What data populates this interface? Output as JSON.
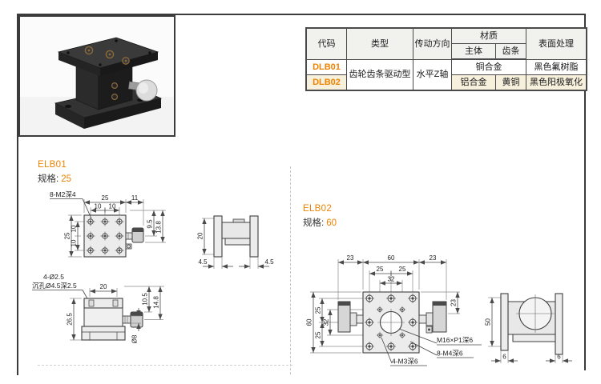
{
  "colors": {
    "accent": "#ef8200",
    "row_cream": "#f6f0dc",
    "header_bg": "#f1f1ee"
  },
  "table": {
    "headers": {
      "code": "代码",
      "type": "类型",
      "direction": "传动方向",
      "material": "材质",
      "body": "主体",
      "rack": "齿条",
      "surface": "表面处理"
    },
    "merged": {
      "type": "齿轮齿条驱动型",
      "direction": "水平Z轴",
      "material_row1": "铜合金"
    },
    "rows": [
      {
        "code": "DLB01",
        "surface": "黑色氟树脂"
      },
      {
        "code": "DLB02",
        "body": "铝合金",
        "rack": "黄铜",
        "surface": "黑色阳极氧化"
      }
    ]
  },
  "page": {
    "section1_code": "ELB01",
    "section1_spec_label": "规格:",
    "section1_spec_value": "25",
    "section2_code": "ELB02",
    "section2_spec_label": "规格:",
    "section2_spec_value": "60"
  },
  "elb01": {
    "top_view": {
      "hole_label": "8-M2深4",
      "dim_top": "25",
      "dim_top_right": "11",
      "dim_sub1": "10",
      "dim_sub2": "10",
      "dim_left": "25",
      "dim_left_in1": "10",
      "dim_left_in2": "10",
      "dim_r1": "9.5",
      "dim_r2": "13.8"
    },
    "side_view": {
      "dim_height": "20",
      "dim_b_left": "4.5",
      "dim_b_right": "4.5"
    },
    "front_view": {
      "hole_label1": "4-Ø2.5",
      "hole_label2": "沉孔Ø4.5深2.5",
      "dim_top": "20",
      "dim_r1": "10.5",
      "dim_r2": "14.8",
      "dim_left": "26.5",
      "dim_shaft": "Ø8"
    }
  },
  "elb02": {
    "main_view": {
      "dim_t1": "23",
      "dim_t2": "60",
      "dim_t3": "23",
      "dim_t4": "25",
      "dim_t5": "25",
      "dim_t6": "32",
      "dim_left": "60",
      "dim_l1": "25",
      "dim_l2": "32",
      "dim_l3": "25",
      "dim_right": "23",
      "label_center": "M16×P1深6",
      "label_m3": "4-M3深6",
      "label_m4": "8-M4深6"
    },
    "side_view": {
      "dim_height": "50",
      "dim_b_left": "6",
      "dim_b_right": "6"
    }
  }
}
